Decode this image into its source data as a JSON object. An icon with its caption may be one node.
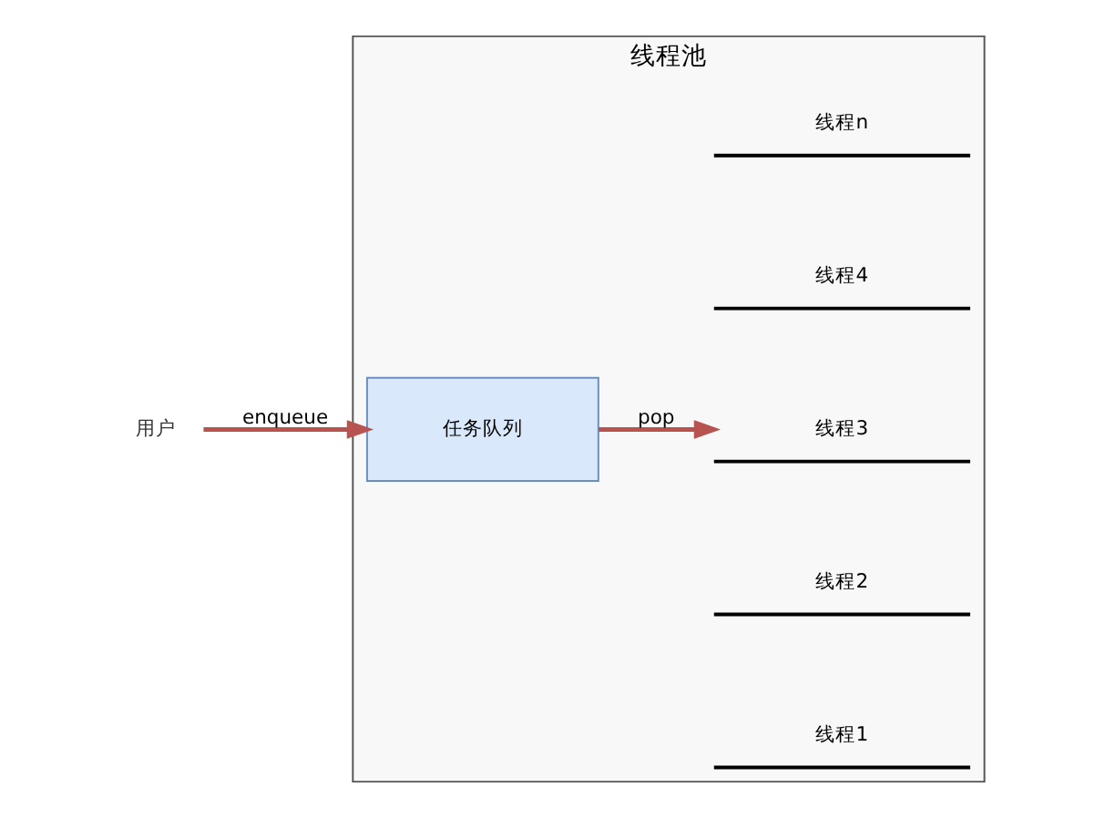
{
  "diagram": {
    "nodes": [
      {
        "text": [
          "线程池"
        ]
      },
      {
        "text": [
          "用户"
        ]
      },
      {
        "text": [
          "任务队列"
        ],
        "in": 0
      },
      {
        "text": [
          "线程1"
        ],
        "in": 0
      },
      {
        "text": [
          "线程2"
        ],
        "in": 0
      },
      {
        "text": [
          "线程3"
        ],
        "in": 0
      },
      {
        "text": [
          "线程4"
        ],
        "in": 0
      },
      {
        "text": [
          "线程n"
        ],
        "in": 0
      }
    ],
    "edges": [
      {
        "from": 1,
        "to": 2,
        "arrow": "to",
        "label": "enqueue"
      },
      {
        "from": 2,
        "to": 5,
        "arrow": "to",
        "label": "pop"
      }
    ]
  }
}
